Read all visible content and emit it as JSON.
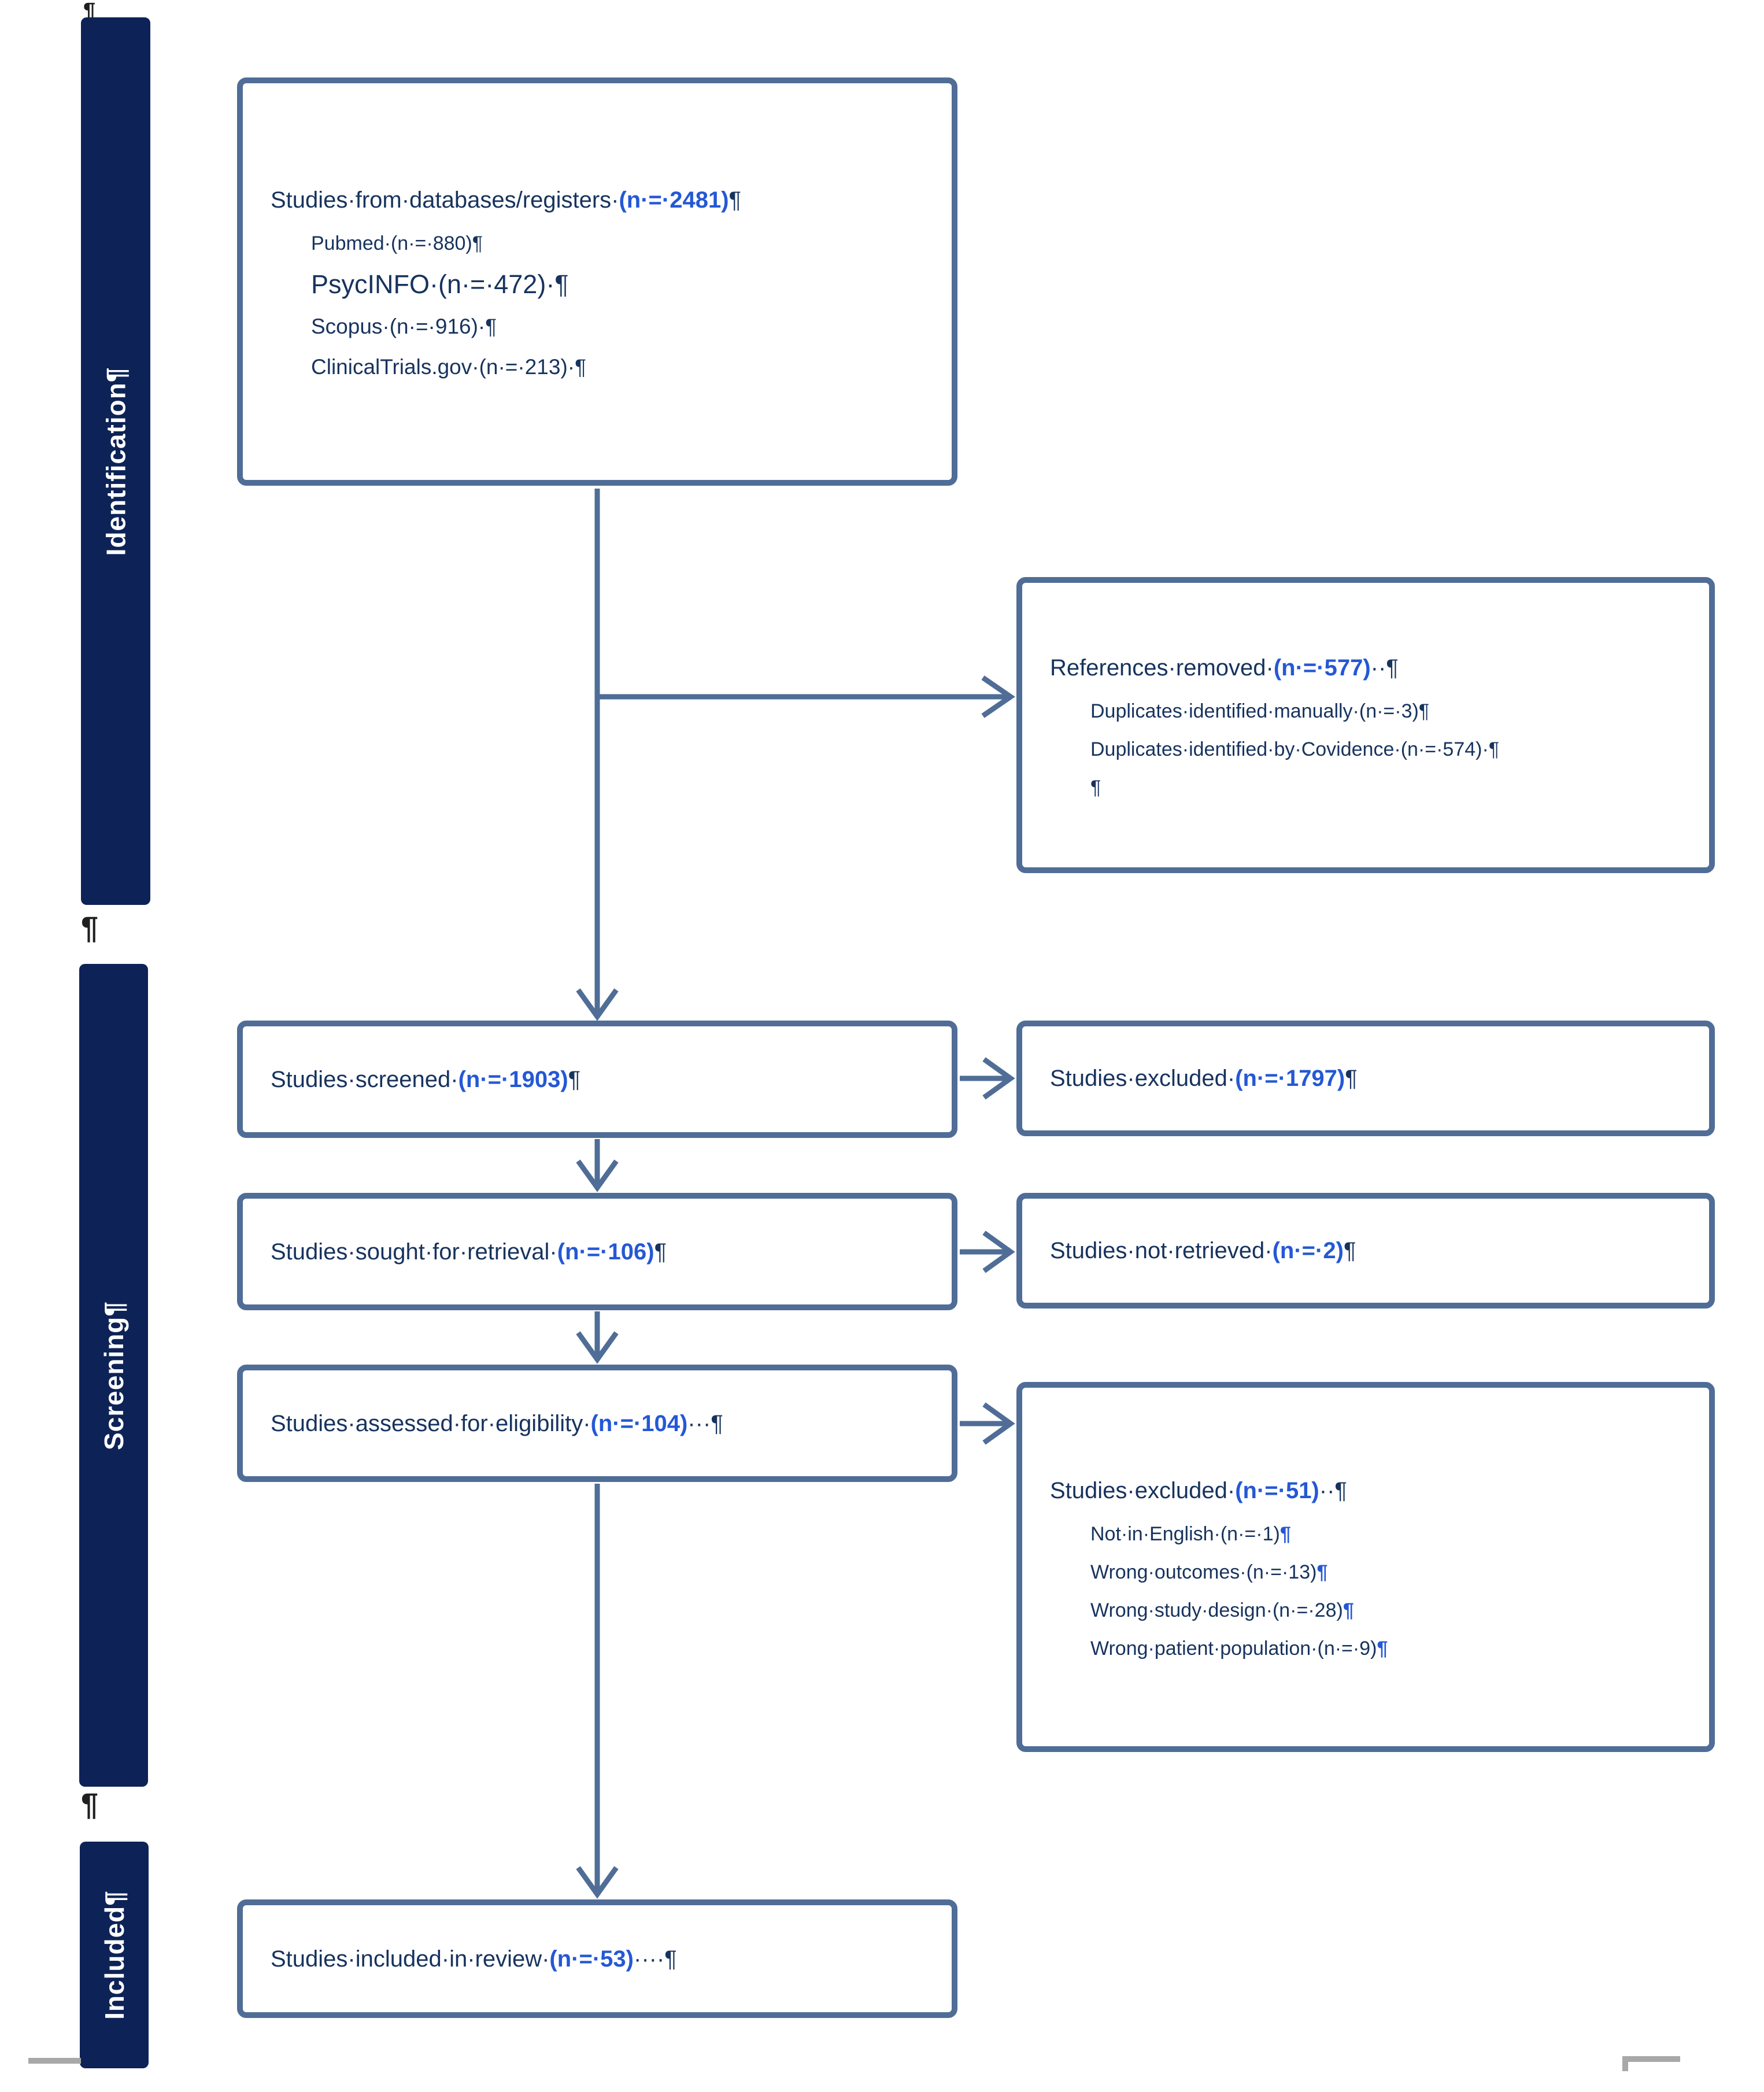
{
  "colors": {
    "bar_navy": "#0d2357",
    "border_slate": "#4f6d96",
    "text_navy": "#17335e",
    "count_blue": "#2458d5",
    "mark_black": "#1f1f1f",
    "gray_line": "#a8a8a8"
  },
  "sidebar": {
    "identification": {
      "label": "Identification¶"
    },
    "screening": {
      "label": "Screening¶"
    },
    "included": {
      "label": "Included¶"
    },
    "margin_marks": {
      "top": "¶",
      "between_identification_screening": "¶",
      "between_screening_included": "¶"
    }
  },
  "boxes": {
    "databases": {
      "title": {
        "main": "Studies·from·databases/registers·",
        "n": "(n·=·2481)",
        "end": "¶"
      },
      "items": [
        {
          "main": "Pubmed·(n·=·880)",
          "end": "¶"
        },
        {
          "main": "PsycINFO·(n·=·472)·",
          "end": "¶"
        },
        {
          "main": "Scopus·(n·=·916)·",
          "end": "¶"
        },
        {
          "main": "ClinicalTrials.gov·(n·=·213)·",
          "end": "¶"
        }
      ]
    },
    "references_removed": {
      "title": {
        "main": "References·removed·",
        "n": "(n·=·577)",
        "end": "··¶"
      },
      "items": [
        {
          "main": "Duplicates·identified·manually·(n·=·3)",
          "end": "¶"
        },
        {
          "main": "Duplicates·identified·by·Covidence·(n·=·574)·",
          "end": "¶"
        },
        {
          "main": "",
          "end": "¶"
        }
      ]
    },
    "screened": {
      "title": {
        "main": "Studies·screened·",
        "n": "(n·=·1903)",
        "end": "¶"
      }
    },
    "excluded_screening": {
      "title": {
        "main": "Studies·excluded·",
        "n": "(n·=·1797)",
        "end": "¶"
      }
    },
    "sought": {
      "title": {
        "main": "Studies·sought·for·retrieval·",
        "n": "(n·=·106)",
        "end": "¶"
      }
    },
    "not_retrieved": {
      "title": {
        "main": "Studies·not·retrieved·",
        "n": "(n·=·2)",
        "end": "¶"
      }
    },
    "assessed": {
      "title": {
        "main": "Studies·assessed·for·eligibility·",
        "n": "(n·=·104)",
        "end": "···¶"
      }
    },
    "excluded_eligibility": {
      "title": {
        "main": "Studies·excluded·",
        "n": "(n·=·51)",
        "end": "··¶"
      },
      "items": [
        {
          "main": "Not·in·English·(n·=·1)",
          "end": "¶"
        },
        {
          "main": "Wrong·outcomes·(n·=·13)",
          "end": "¶"
        },
        {
          "main": "Wrong·study·design·(n·=·28)",
          "end": "¶"
        },
        {
          "main": "Wrong·patient·population·(n·=·9)",
          "end": "¶"
        }
      ]
    },
    "included_review": {
      "title": {
        "main": "Studies·included·in·review·",
        "n": "(n·=·53)",
        "end": "····¶"
      }
    }
  }
}
